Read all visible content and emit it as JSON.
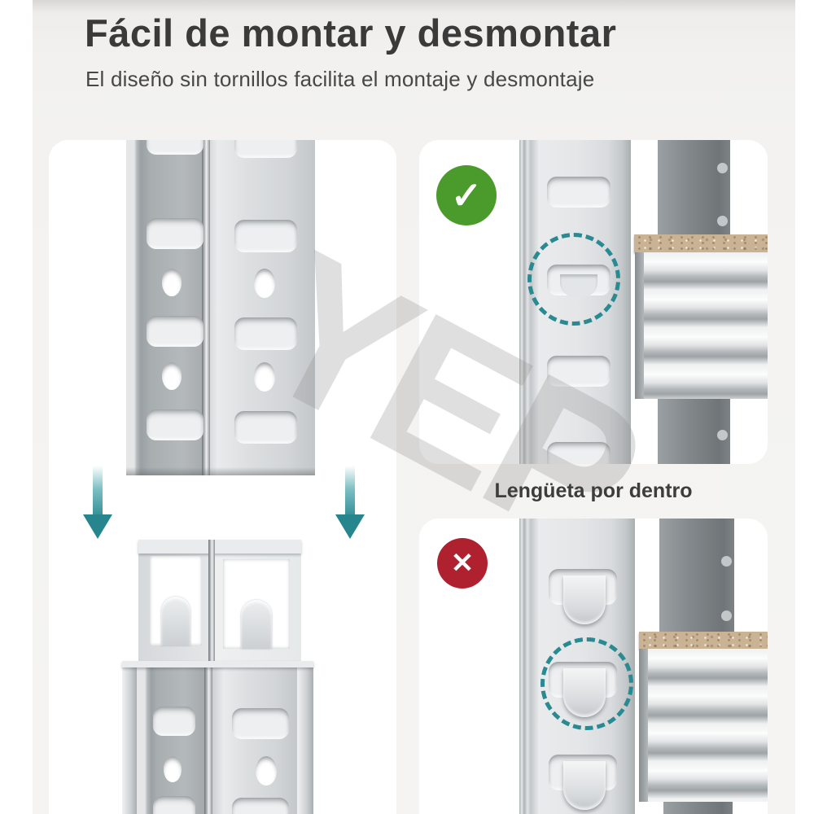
{
  "header": {
    "title": "Fácil de montar y desmontar",
    "subtitle": "El diseño sin tornillos facilita el montaje y desmontaje"
  },
  "right_panel": {
    "caption": "Lengüeta por dentro"
  },
  "icons": {
    "check_icon": "✓",
    "cross_icon": "✕",
    "down_arrow_icon": "↓"
  },
  "watermark": {
    "text": "YEP"
  },
  "colors": {
    "accent_teal": "#2a8a92",
    "check_green": "#4a9a2c",
    "error_red": "#b02130",
    "wood": "#c9b394"
  }
}
